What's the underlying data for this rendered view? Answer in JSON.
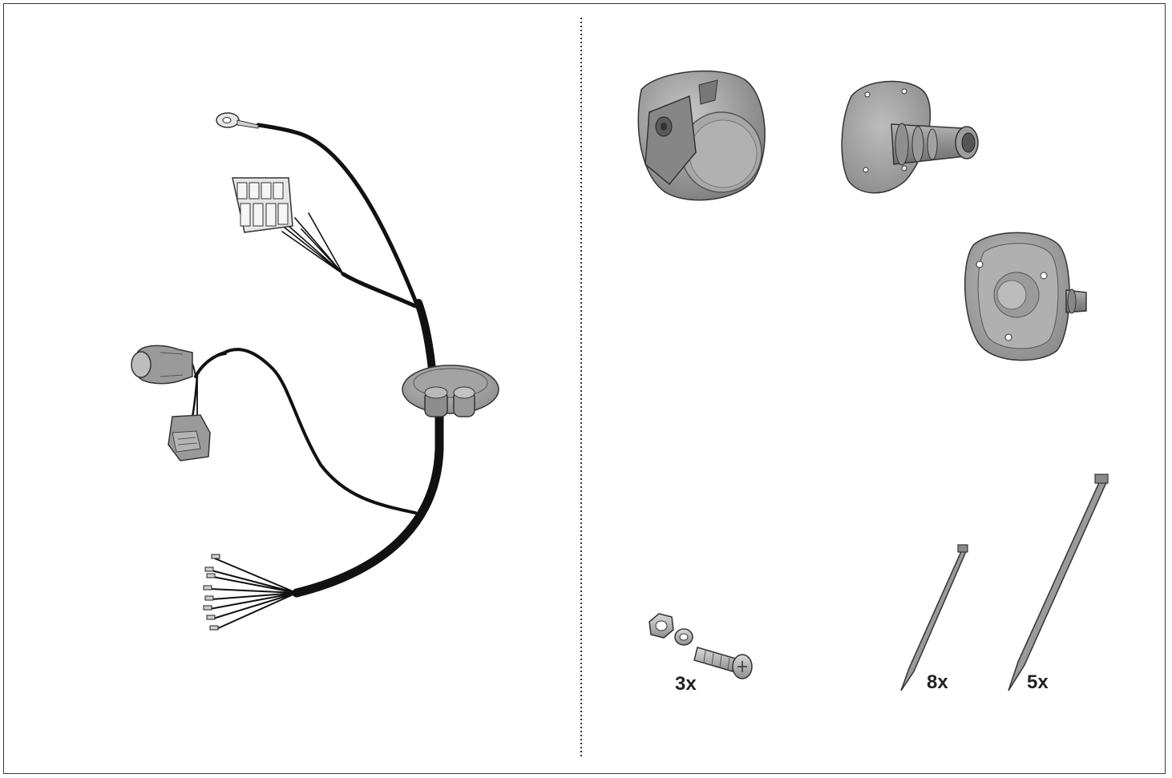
{
  "quantities": {
    "screw_set": "3x",
    "cable_tie_small": "8x",
    "cable_tie_large": "5x"
  },
  "colors": {
    "wire": "#111111",
    "part_light": "#b3b3b3",
    "part_mid": "#8e8e8e",
    "part_dark": "#6a6a6a",
    "outline": "#333333"
  }
}
